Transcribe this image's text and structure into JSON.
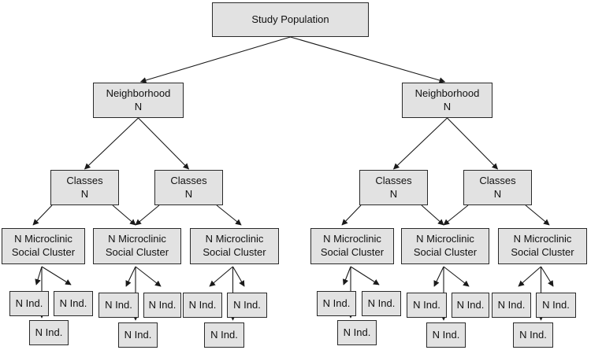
{
  "colors": {
    "node_fill": "#e2e2e2",
    "node_border": "#2a2a2a",
    "arrow": "#1a1a1a"
  },
  "labels": {
    "root": "Study Population",
    "neighborhood": "Neighborhood\nN",
    "classes": "Classes\nN",
    "microclinic": "N Microclinic\nSocial Cluster",
    "individual": "N Ind."
  },
  "diagram": {
    "root": {
      "label_key": "root"
    },
    "neighborhoods": [
      {
        "label_key": "neighborhood",
        "classes": [
          {
            "label_key": "classes",
            "microclinics": [
              0,
              1
            ]
          },
          {
            "label_key": "classes",
            "microclinics": [
              1,
              2
            ]
          }
        ],
        "microclinics": [
          {
            "label_key": "microclinic",
            "individuals": [
              "N Ind.",
              "N Ind.",
              "N Ind."
            ]
          },
          {
            "label_key": "microclinic",
            "individuals": [
              "N Ind.",
              "N Ind.",
              "N Ind."
            ]
          },
          {
            "label_key": "microclinic",
            "individuals": [
              "N Ind.",
              "N Ind.",
              "N Ind."
            ]
          }
        ]
      },
      {
        "label_key": "neighborhood",
        "classes": [
          {
            "label_key": "classes",
            "microclinics": [
              0,
              1
            ]
          },
          {
            "label_key": "classes",
            "microclinics": [
              1,
              2
            ]
          }
        ],
        "microclinics": [
          {
            "label_key": "microclinic",
            "individuals": [
              "N Ind.",
              "N Ind.",
              "N Ind."
            ]
          },
          {
            "label_key": "microclinic",
            "individuals": [
              "N Ind.",
              "N Ind.",
              "N Ind."
            ]
          },
          {
            "label_key": "microclinic",
            "individuals": [
              "N Ind.",
              "N Ind.",
              "N Ind."
            ]
          }
        ]
      }
    ]
  }
}
